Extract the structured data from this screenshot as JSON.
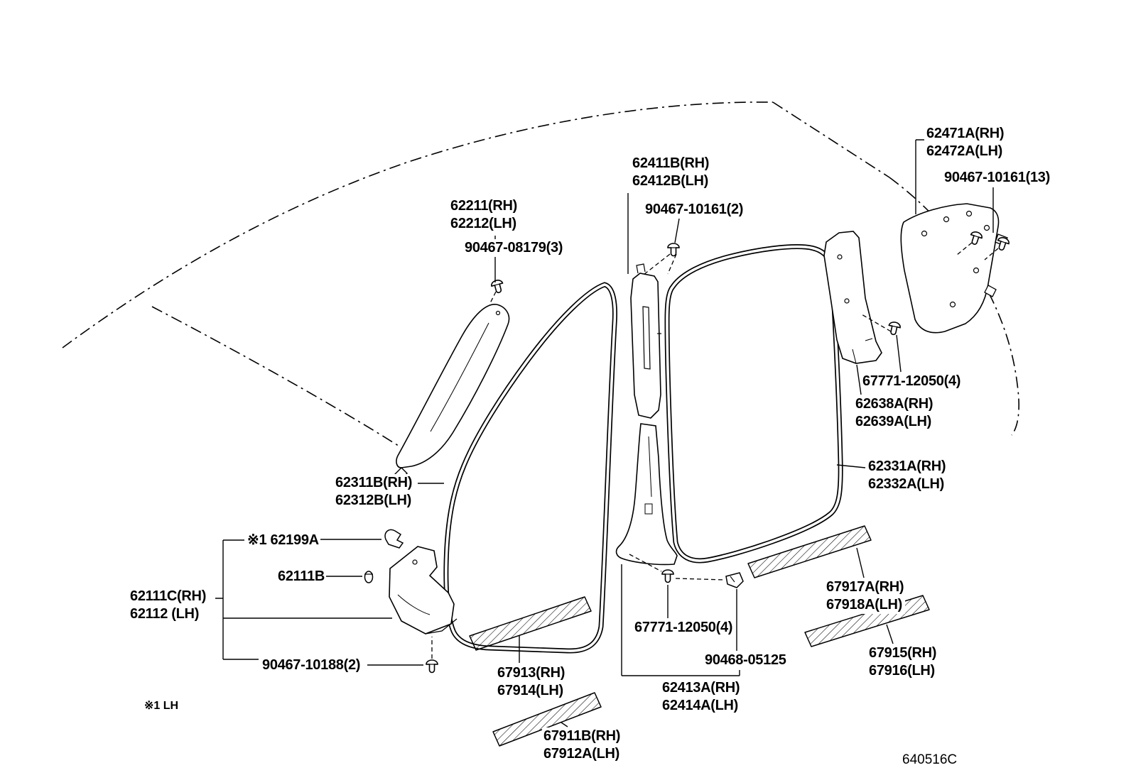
{
  "colors": {
    "line": "#000000",
    "background": "#ffffff"
  },
  "footnote": "※1 LH",
  "code": "640516C",
  "labels": {
    "p62471": [
      "62471A(RH)",
      "62472A(LH)"
    ],
    "p90467_10161_13": [
      "90467-10161(13)"
    ],
    "p62411": [
      "62411B(RH)",
      "62412B(LH)"
    ],
    "p90467_10161_2": [
      "90467-10161(2)"
    ],
    "p62211": [
      "62211(RH)",
      "62212(LH)"
    ],
    "p90467_08179_3": [
      "90467-08179(3)"
    ],
    "p67771_12050_4_right": [
      "67771-12050(4)"
    ],
    "p62638": [
      "62638A(RH)",
      "62639A(LH)"
    ],
    "p62331": [
      "62331A(RH)",
      "62332A(LH)"
    ],
    "p62311": [
      "62311B(RH)",
      "62312B(LH)"
    ],
    "p62199": [
      "※1 62199A"
    ],
    "p62111b": [
      "62111B"
    ],
    "p62111c": [
      "62111C(RH)",
      "62112 (LH)"
    ],
    "p90467_10188_2": [
      "90467-10188(2)"
    ],
    "p67913": [
      "67913(RH)",
      "67914(LH)"
    ],
    "p67771_12050_4_bottom": [
      "67771-12050(4)"
    ],
    "p90468_05125": [
      "90468-05125"
    ],
    "p62413": [
      "62413A(RH)",
      "62414A(LH)"
    ],
    "p67917": [
      "67917A(RH)",
      "67918A(LH)"
    ],
    "p67915": [
      "67915(RH)",
      "67916(LH)"
    ],
    "p67911": [
      "67911B(RH)",
      "67912A(LH)"
    ]
  }
}
